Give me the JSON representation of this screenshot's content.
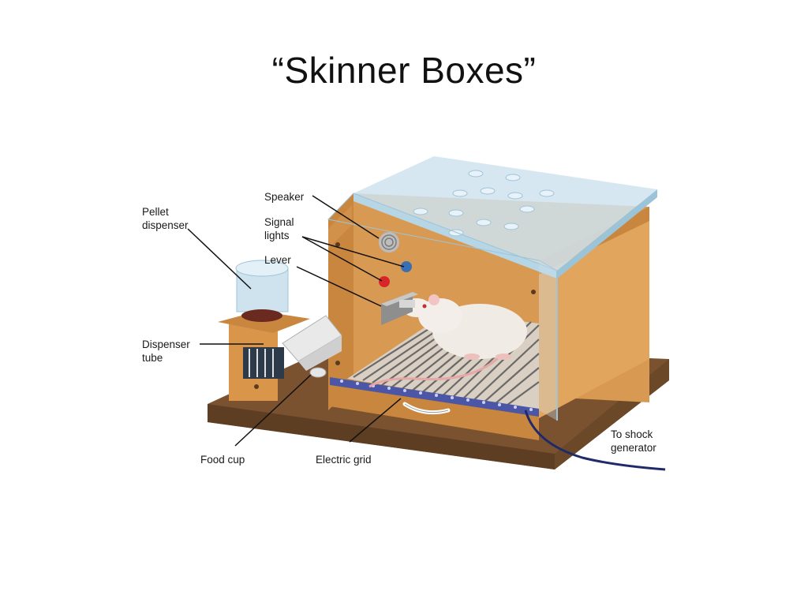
{
  "slide": {
    "title": "“Skinner Boxes”"
  },
  "diagram": {
    "labels": {
      "speaker": "Speaker",
      "signal_lights": "Signal\nlights",
      "lever": "Lever",
      "pellet_dispenser": "Pellet\ndispenser",
      "dispenser_tube": "Dispenser\ntube",
      "food_cup": "Food cup",
      "electric_grid": "Electric grid",
      "shock_generator": "To shock\ngenerator"
    },
    "colors": {
      "wood_light": "#e2a55e",
      "wood_mid": "#c9863f",
      "wood_dark": "#a9692b",
      "base": "#7a5230",
      "glass": "#cfe3ee",
      "glass_edge": "#9cc4d8",
      "grid_blue": "#4b57a6",
      "signal_red": "#d6262a",
      "signal_blue": "#3a6fb3",
      "cable": "#1f2a6b"
    }
  }
}
